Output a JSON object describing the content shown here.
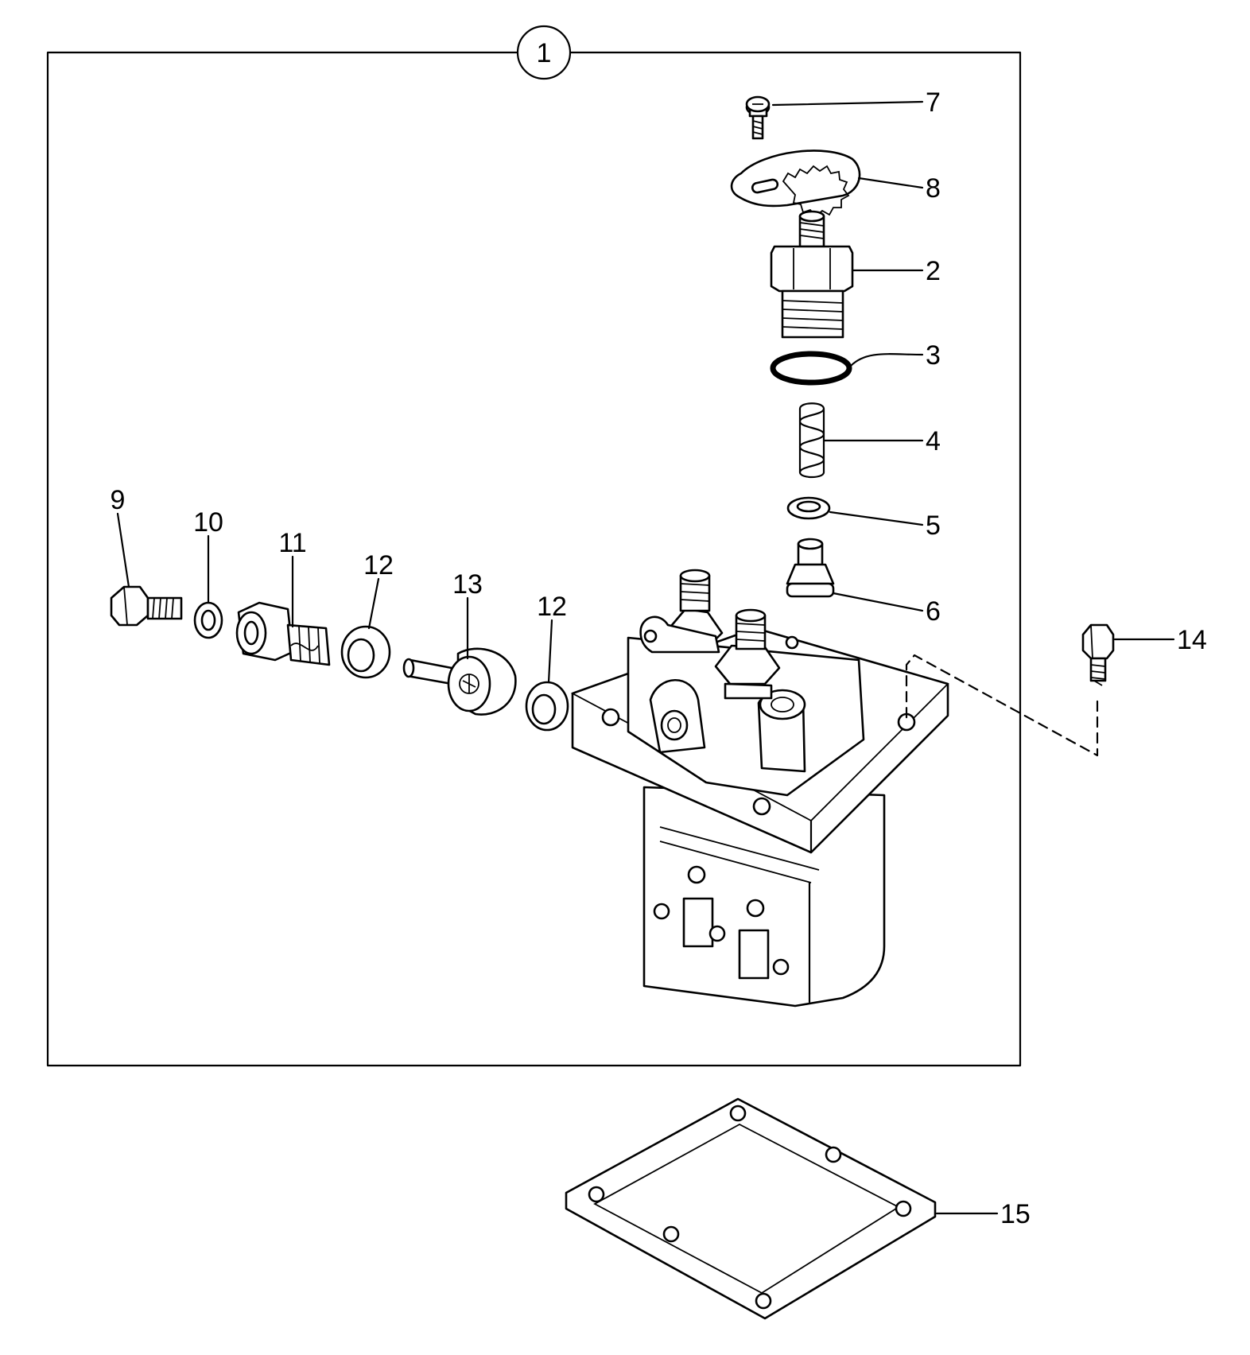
{
  "diagram": {
    "assembly_callout": "1",
    "callouts": {
      "c2": "2",
      "c3": "3",
      "c4": "4",
      "c5": "5",
      "c6": "6",
      "c7": "7",
      "c8": "8",
      "c9": "9",
      "c10": "10",
      "c11": "11",
      "c12a": "12",
      "c12b": "12",
      "c13": "13",
      "c14": "14",
      "c15": "15"
    }
  }
}
